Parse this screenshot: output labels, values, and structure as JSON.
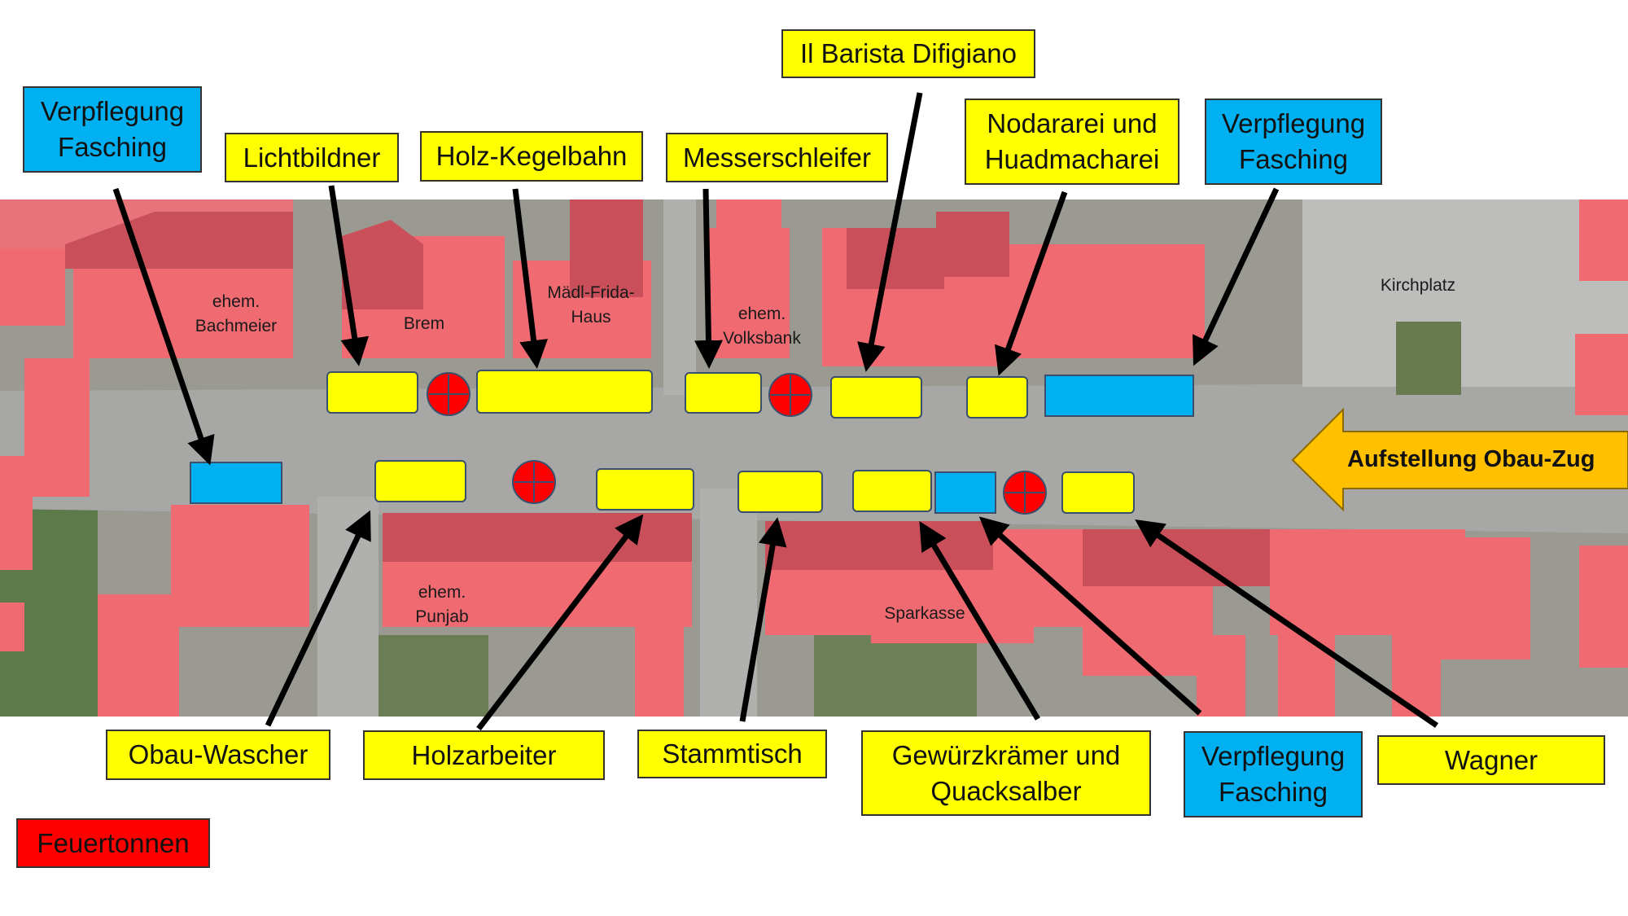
{
  "labels": {
    "verpflegung_1": "Verpflegung\nFasching",
    "lichtbildner": "Lichtbildner",
    "holz_kegelbahn": "Holz-Kegelbahn",
    "messerschleifer": "Messerschleifer",
    "il_barista": "Il Barista Difigiano",
    "nodararei": "Nodararei und\nHuadmacharei",
    "verpflegung_2": "Verpflegung\nFasching",
    "obau_wascher": "Obau-Wascher",
    "holzarbeiter": "Holzarbeiter",
    "stammtisch": "Stammtisch",
    "gewuerzkraemer": "Gewürzkrämer und\nQuacksalber",
    "verpflegung_3": "Verpflegung\nFasching",
    "wagner": "Wagner",
    "feuertonnen": "Feuertonnen"
  },
  "places": {
    "bachmeier": "ehem.\nBachmeier",
    "brem": "Brem",
    "maedl": "Mädl-Frida-\nHaus",
    "volksbank": "ehem.\nVolksbank",
    "kirchplatz": "Kirchplatz",
    "punjab": "ehem.\nPunjab",
    "sparkasse": "Sparkasse"
  },
  "aufstellung": "Aufstellung Obau-Zug",
  "colors": {
    "stand_yellow": "#ffff00",
    "stand_blue": "#00b0f0",
    "fire_red": "#ff0000",
    "roof_red": "#f06a72",
    "roof_dark": "#c9505a",
    "street": "#a9a9a9",
    "arrow_orange": "#ffc000"
  }
}
